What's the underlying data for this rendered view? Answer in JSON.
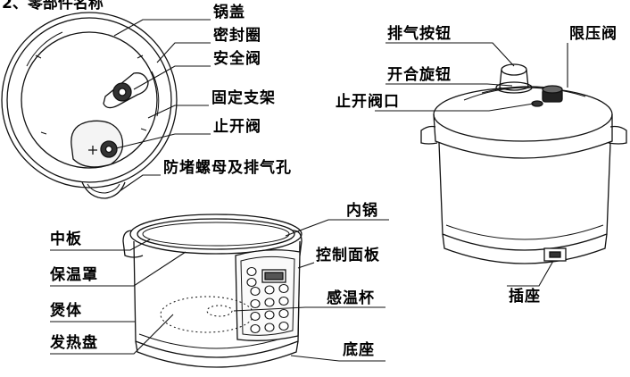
{
  "title": "2、零部件名称",
  "labels": {
    "lid": "锅盖",
    "seal_ring": "密封圈",
    "safety_valve": "安全阀",
    "fixed_bracket": "固定支架",
    "stop_valve": "止开阀",
    "anti_block_nut": "防堵螺母及排气孔",
    "exhaust_button": "排气按钮",
    "pressure_limit_valve": "限压阀",
    "open_close_knob": "开合旋钮",
    "stop_valve_port": "止开阀口",
    "socket": "插座",
    "inner_pot": "内锅",
    "middle_plate": "中板",
    "control_panel": "控制面板",
    "insulation_cover": "保温罩",
    "temp_cup": "感温杯",
    "body": "煲体",
    "heating_plate": "发热盘",
    "base": "底座"
  },
  "colors": {
    "ink": "#000000",
    "line": "#111111",
    "shade": "#555555"
  }
}
